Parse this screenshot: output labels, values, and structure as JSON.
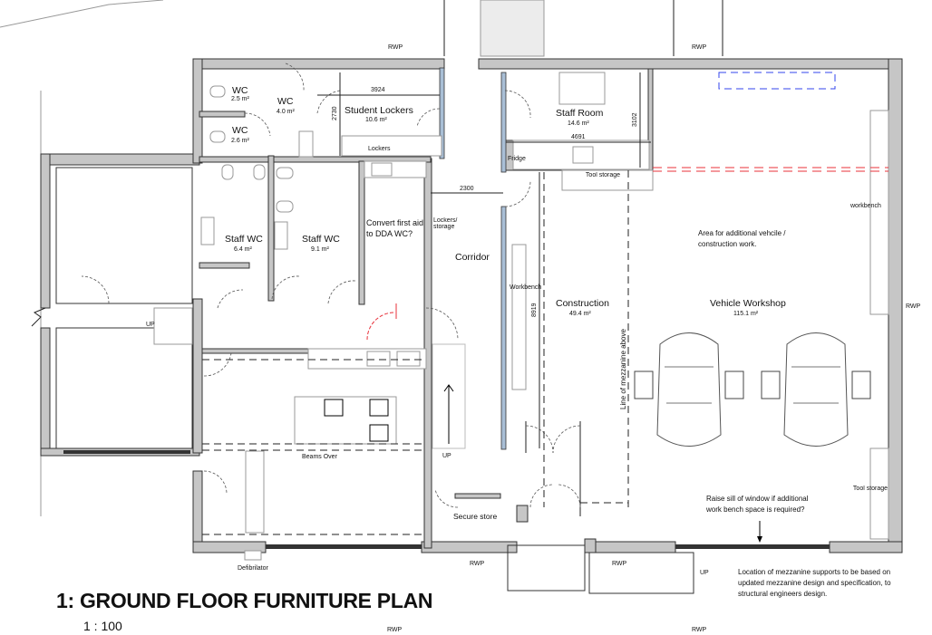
{
  "drawing": {
    "title": "1: GROUND FLOOR FURNITURE PLAN",
    "scale": "1 : 100"
  },
  "rooms": [
    {
      "name": "WC",
      "area": "2.5 m²"
    },
    {
      "name": "WC",
      "area": "4.0 m²"
    },
    {
      "name": "WC",
      "area": "2.6 m²"
    },
    {
      "name": "Student Lockers",
      "area": "10.6 m²"
    },
    {
      "name": "Staff Room",
      "area": "14.6 m²"
    },
    {
      "name": "Staff WC",
      "area": "6.4 m²"
    },
    {
      "name": "Staff WC",
      "area": "9.1 m²"
    },
    {
      "name": "Construction",
      "area": "49.4 m²"
    },
    {
      "name": "Vehicle Workshop",
      "area": "115.1 m²"
    },
    {
      "name": "Corridor"
    },
    {
      "name": "Secure store"
    }
  ],
  "dimensions": [
    "3924",
    "2730",
    "4691",
    "3102",
    "2300",
    "8919"
  ],
  "labels": {
    "lockers": "Lockers",
    "fridge": "Fridge",
    "tool_storage_top": "Tool storage",
    "tool_storage_right": "Tool storage",
    "lockers_storage": "Lockers/ storage",
    "first_aid": "Convert first aid to DDA WC?",
    "workbench_left": "Workbench",
    "workbench_right": "workbench",
    "mezzanine_line": "Line of mezzanine above",
    "beams_over": "Beams Over",
    "defibrilator": "Defibrilator",
    "up_stair_main": "UP",
    "up_stair_left": "UP",
    "up_stair_bottom": "UP",
    "rwp": [
      "RWP",
      "RWP",
      "RWP",
      "RWP",
      "RWP",
      "RWP",
      "RWP"
    ]
  },
  "notes": {
    "additional_area": "Area for additional vehcile / construction work.",
    "raise_sill": "Raise sill of window if additional work bench space is required?",
    "mezzanine_supports": "Location of mezzanine supports to be based on updated mezzanine design and specification, to structural engineers design."
  },
  "colors": {
    "wall": "#c6c6c6",
    "glazing": "#a9bfd6",
    "mezzanine_red": "#e8303a",
    "mezzanine_blue": "#3344ee"
  }
}
